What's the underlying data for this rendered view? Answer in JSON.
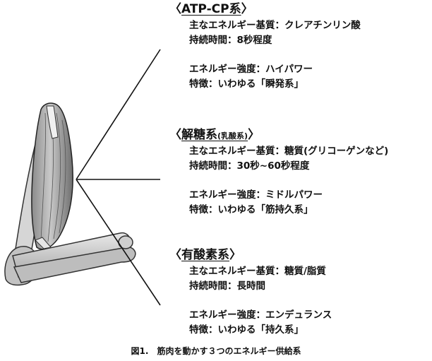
{
  "sections": [
    {
      "title_open": "〈",
      "title": "ATP-CP系",
      "title_sub": "",
      "title_close": "〉",
      "lines": [
        "主なエネルギー基質：クレアチンリン酸",
        "持続時間：8秒程度",
        "",
        "エネルギー強度：ハイパワー",
        "特徴：いわゆる「瞬発系」"
      ]
    },
    {
      "title_open": "〈",
      "title": "解糖系",
      "title_sub": "(乳酸系)",
      "title_close": "〉",
      "lines": [
        "主なエネルギー基質：糖質(グリコーゲンなど)",
        "持続時間：30秒~60秒程度",
        "",
        "エネルギー強度：ミドルパワー",
        "特徴：いわゆる「筋持久系」"
      ]
    },
    {
      "title_open": "〈",
      "title": "有酸素系",
      "title_sub": "",
      "title_close": "〉",
      "lines": [
        "主なエネルギー基質：糖質/脂質",
        "持続時間：長時間",
        "",
        "エネルギー強度：エンデュランス",
        "特徴：いわゆる「持久系」"
      ]
    }
  ],
  "caption": "図1.　筋肉を動かす３つのエネルギー供給系"
}
